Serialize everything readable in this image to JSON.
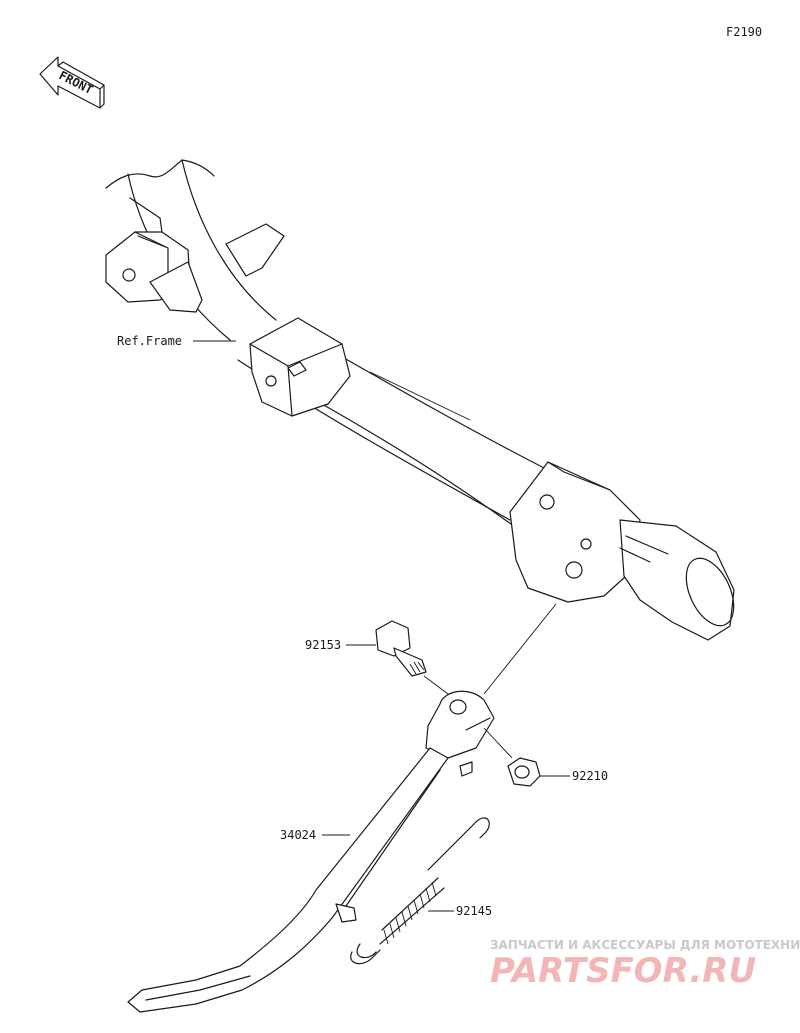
{
  "figure_code": "F2190",
  "front_arrow": {
    "label": "FRONT"
  },
  "callouts": {
    "ref_frame": "Ref.Frame",
    "bolt": "92153",
    "stand": "34024",
    "nut": "92210",
    "spring": "92145"
  },
  "watermark": {
    "tagline": "ЗАПЧАСТИ И АКСЕССУАРЫ ДЛЯ МОТОТЕХНИКИ",
    "brand": "PARTSFOR.RU"
  }
}
